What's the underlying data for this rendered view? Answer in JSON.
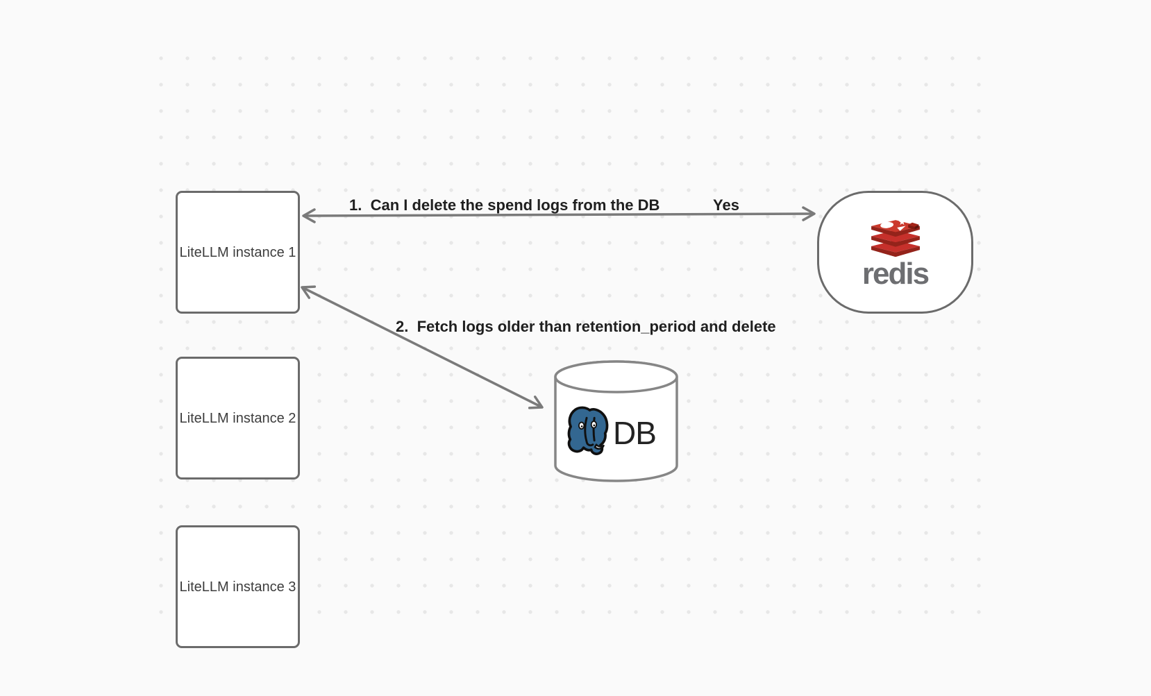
{
  "canvas": {
    "type": "whiteboard-diagram",
    "background": "#fafafa",
    "dot_color": "#e7e7e7"
  },
  "colors": {
    "node_border": "#6b6b6b",
    "arrow": "#7a7a7a",
    "edge_label_text": "#1f1f1f",
    "node_text": "#3d3d3d",
    "redis_red": "#c6302b",
    "redis_red_dark": "#94231a",
    "redis_wordmark_gray": "#6d6e71",
    "postgres_blue": "#336791",
    "db_text": "#232323"
  },
  "nodes": {
    "instances": [
      {
        "label": "LiteLLM instance 1"
      },
      {
        "label": "LiteLLM instance 2"
      },
      {
        "label": "LiteLLM instance 3"
      }
    ],
    "redis": {
      "label": "redis",
      "icon": "redis-logo"
    },
    "db": {
      "label": "DB",
      "icon": "postgresql-elephant-logo",
      "shape": "database-cylinder"
    }
  },
  "edges": [
    {
      "label": "1.  Can I delete the spend logs from the DB",
      "response": "Yes"
    },
    {
      "label": "2.  Fetch logs older than retention_period and delete"
    }
  ]
}
